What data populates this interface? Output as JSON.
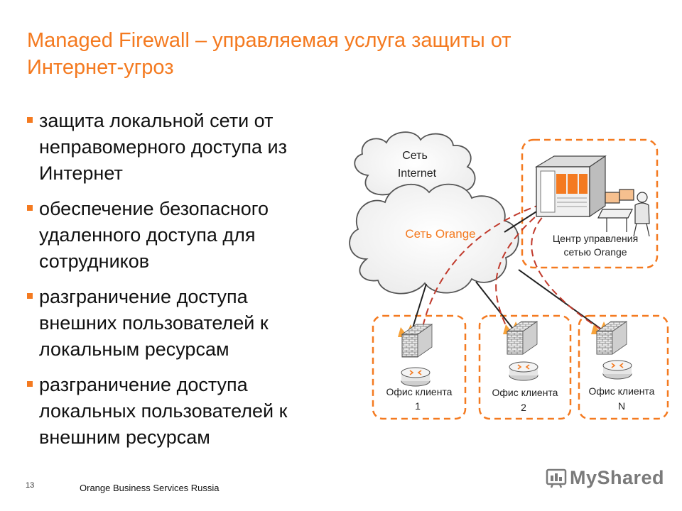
{
  "slide": {
    "title_line1": "Managed Firewall – управляемая услуга защиты от",
    "title_line2": "Интернет-угроз",
    "bullets": [
      {
        "lines": [
          "защита локальной сети от",
          "неправомерного доступа из",
          "Интернет"
        ]
      },
      {
        "lines": [
          "обеспечение безопасного",
          "удаленного доступа для",
          "сотрудников"
        ]
      },
      {
        "lines": [
          "разграничение доступа",
          "внешних пользователей к",
          "локальным ресурсам"
        ]
      },
      {
        "lines": [
          "разграничение доступа",
          "локальных пользователей к",
          "внешним ресурсам"
        ]
      }
    ],
    "page_number": "13",
    "company": "Orange Business Services Russia"
  },
  "diagram": {
    "internet_cloud": {
      "line1": "Сеть",
      "line2": "Internet"
    },
    "orange_cloud": {
      "label": "Сеть Orange"
    },
    "control_center": {
      "line1": "Центр управления",
      "line2": "сетью Orange"
    },
    "offices": [
      {
        "line1": "Офис клиента",
        "line2": "1"
      },
      {
        "line1": "Офис клиента",
        "line2": "2"
      },
      {
        "line1": "Офис клиента",
        "line2": "N"
      }
    ],
    "colors": {
      "accent": "#f47a20",
      "tunnel": "#c0392b",
      "link": "#222222"
    },
    "icons": [
      "cloud-icon",
      "server-rack-icon",
      "operator-workstation-icon",
      "firewall-icon",
      "router-icon"
    ]
  },
  "watermark": {
    "text": "MyShared"
  }
}
